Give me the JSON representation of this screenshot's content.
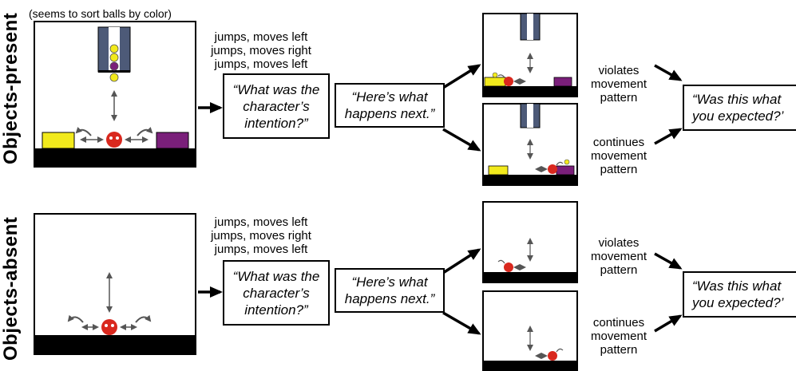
{
  "top_note": "(seems to sort balls by color)",
  "conditions": {
    "present": "Objects-present",
    "absent": "Objects-absent"
  },
  "sequence_lines": [
    "jumps, moves left",
    "jumps, moves right",
    "jumps, moves left"
  ],
  "question_intention": [
    "“What was the",
    "character’s",
    "intention?”"
  ],
  "happens_next": [
    "“Here’s what",
    "happens next.”"
  ],
  "outcome_violates": [
    "violates",
    "movement",
    "pattern"
  ],
  "outcome_continues": [
    "continues",
    "movement",
    "pattern"
  ],
  "question_expected": [
    "“Was this what",
    "you expected?’"
  ],
  "colors": {
    "ground": "#000000",
    "character": "#d9281e",
    "yellow_box": "#f2ea1c",
    "purple_box": "#7a1f7a",
    "tube": "#4d5a78",
    "arrow_gray": "#555555"
  }
}
